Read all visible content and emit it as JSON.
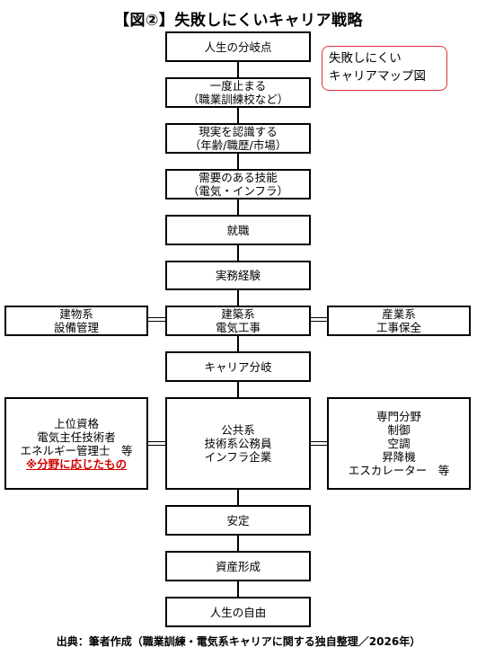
{
  "title": "【図②】失敗しにくいキャリア戦略",
  "note": {
    "line1": "失敗しにくい",
    "line2": "キャリアマップ図"
  },
  "flow": {
    "jinsei_bunki": "人生の分岐点",
    "ichido_line1": "一度止まる",
    "ichido_line2": "（職業訓練校など）",
    "genjitsu_line1": "現実を認識する",
    "genjitsu_line2": "（年齢/職歴/市場）",
    "juyou_line1": "需要のある技能",
    "juyou_line2": "（電気・インフラ）",
    "shushoku": "就職",
    "jitsumu": "実務経験",
    "kenchiku_line1": "建築系",
    "kenchiku_line2": "電気工事",
    "career_bunki": "キャリア分岐",
    "kokyo_line1": "公共系",
    "kokyo_line2": "技術系公務員",
    "kokyo_line3": "インフラ企業",
    "antei": "安定",
    "shisan": "資産形成",
    "jiyu": "人生の自由"
  },
  "left_upper": {
    "line1": "建物系",
    "line2": "設備管理"
  },
  "right_upper": {
    "line1": "産業系",
    "line2": "工事保全"
  },
  "left_lower": {
    "line1": "上位資格",
    "line2": "電気主任技術者",
    "line3": "エネルギー管理士　等",
    "accent": "※分野に応じたもの"
  },
  "right_lower": {
    "line1": "専門分野",
    "line2": "制御",
    "line3": "空調",
    "line4": "昇降機",
    "line5": "エスカレーター　等"
  },
  "source": "出典：筆者作成（職業訓練・電気系キャリアに関する独自整理／2026年）",
  "colors": {
    "accent": "#d10000",
    "note_border": "#e0303a",
    "line": "#000000"
  }
}
